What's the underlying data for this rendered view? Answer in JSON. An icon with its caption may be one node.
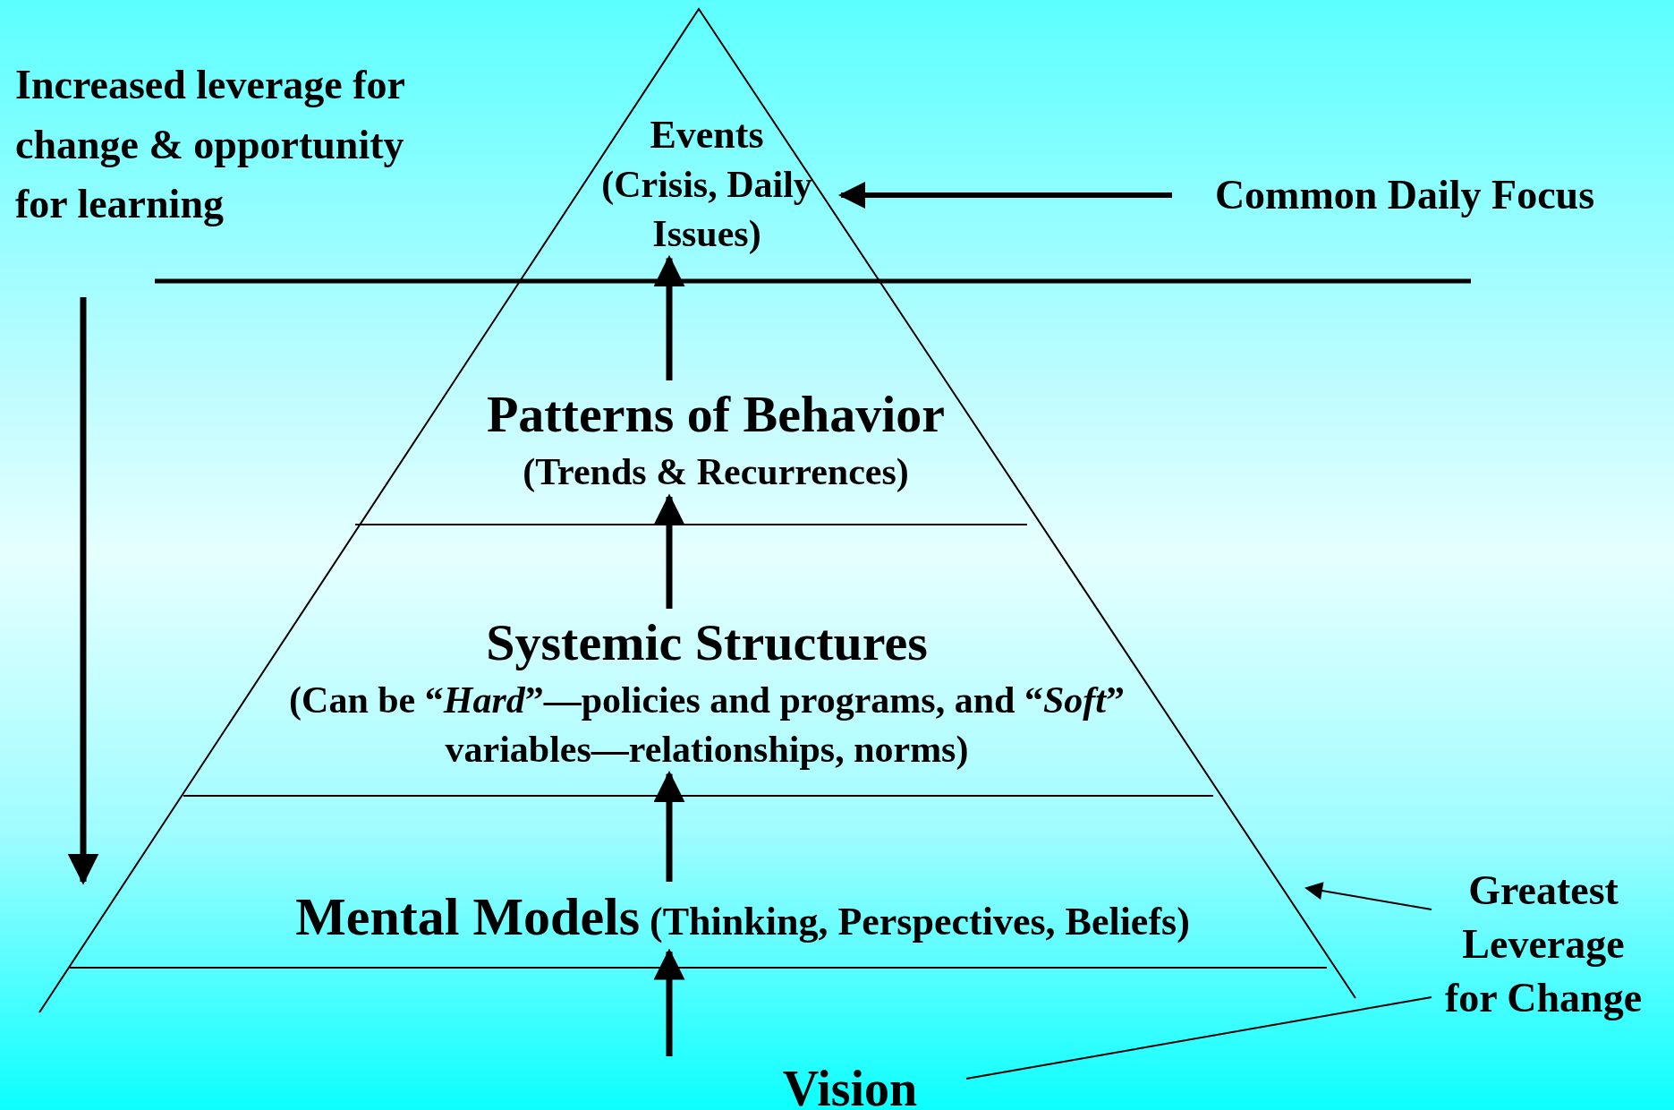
{
  "diagram": {
    "nodes": [
      {
        "text": [
          "Events",
          "(Crisis, Daily Issues)"
        ]
      },
      {
        "text": [
          "Patterns of Behavior",
          "(Trends  & Recurrences)"
        ]
      },
      {
        "text": [
          "Systemic Structures",
          "(Can be “*Hard*”—policies and programs, and “*Soft*” variables—relationships, norms)"
        ]
      },
      {
        "text": [
          "Mental Models",
          "(Thinking, Perspectives, Beliefs)"
        ]
      },
      {
        "text": [
          "Vision"
        ]
      },
      {
        "text": [
          "Common Daily Focus"
        ]
      },
      {
        "text": [
          "Greatest Leverage for Change"
        ]
      }
    ],
    "edges": [
      {
        "from": 1,
        "to": 0,
        "arrow": "to"
      },
      {
        "from": 2,
        "to": 1,
        "arrow": "to"
      },
      {
        "from": 3,
        "to": 2,
        "arrow": "to"
      },
      {
        "from": 4,
        "to": 3,
        "arrow": "to"
      },
      {
        "from": 5,
        "to": 0,
        "arrow": "to"
      },
      {
        "from": 6,
        "to": 3,
        "arrow": "to"
      },
      {
        "from": 6,
        "to": 4,
        "arrow": "none"
      }
    ],
    "labels": [
      "Increased leverage for change & opportunity for learning"
    ]
  }
}
